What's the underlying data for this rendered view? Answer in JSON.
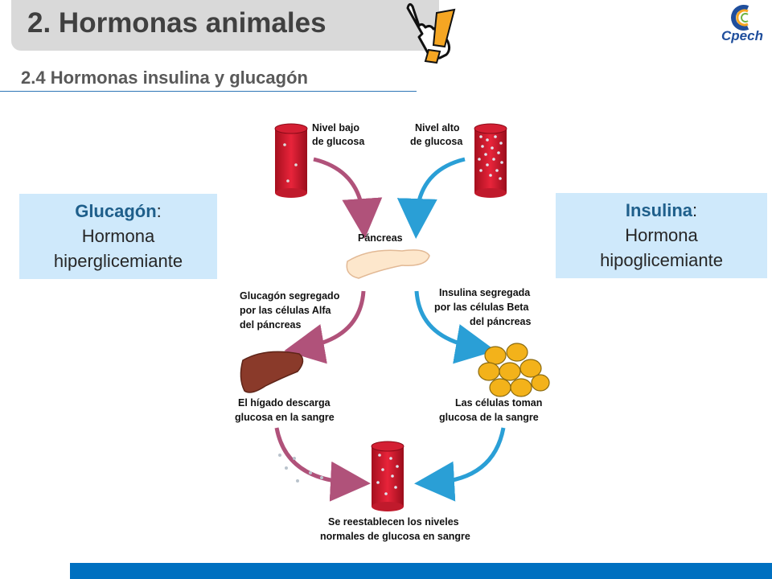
{
  "header": {
    "title": "2. Hormonas animales",
    "subtitle": "2.4 Hormonas insulina y glucagón"
  },
  "logo": {
    "text": "Cpech",
    "icon": "cpech-logo-icon"
  },
  "pointer": {
    "icon": "hand-pointer-icon",
    "alert_icon": "exclamation-icon"
  },
  "glucagon_box": {
    "name": "Glucagón",
    "colon": ":",
    "line1": "Hormona",
    "line2": "hiperglicemiante"
  },
  "insulin_box": {
    "name": "Insulina",
    "colon": ":",
    "line1": "Hormona",
    "line2": "hipoglicemiante"
  },
  "diagram": {
    "low_glucose": [
      "Nivel bajo",
      "de glucosa"
    ],
    "high_glucose": [
      "Nivel alto",
      "de glucosa"
    ],
    "pancreas": "Páncreas",
    "glucagon_secreted": [
      "Glucagón segregado",
      "por las células Alfa",
      "del páncreas"
    ],
    "insulin_secreted": [
      "Insulina segregada",
      "por las células Beta",
      "del páncreas"
    ],
    "liver": [
      "El hígado descarga",
      "glucosa en la sangre"
    ],
    "cells": [
      "Las células toman",
      "glucosa de la sangre"
    ],
    "restored": [
      "Se reestablecen los niveles",
      "normales de glucosa en sangre"
    ]
  },
  "colors": {
    "glucagon_arrow": "#b0527a",
    "insulin_arrow": "#2a9fd6",
    "bottom_bar": "#0070c0",
    "info_bg": "#cfe9fb"
  }
}
